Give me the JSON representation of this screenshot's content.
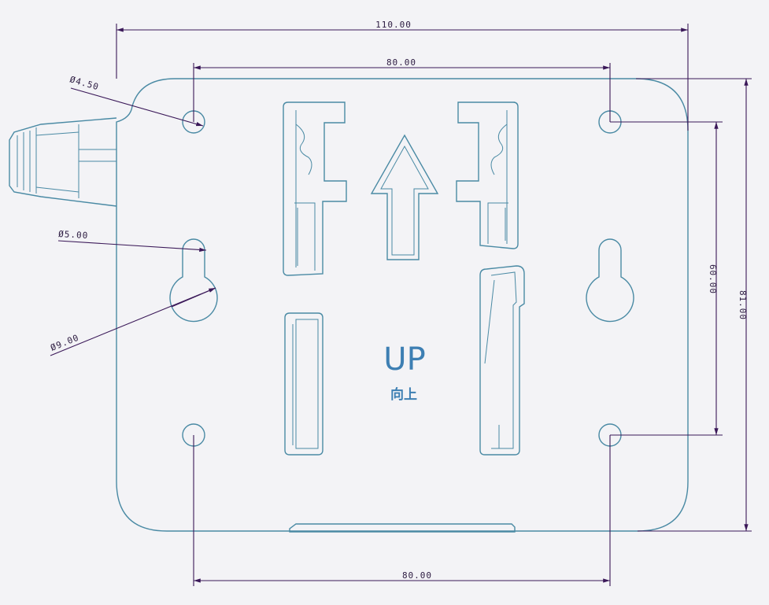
{
  "colors": {
    "background": "#f3f3f6",
    "part_outline": "#4a8aa4",
    "dimension_line": "#3a1858",
    "text_up": "#3d7fb3"
  },
  "labels": {
    "up": "UP",
    "up_cn": "向上"
  },
  "dimensions": {
    "overall_width": "110.00",
    "top_hole_spacing": "80.00",
    "bottom_hole_spacing": "80.00",
    "vertical_hole_spacing": "60.00",
    "overall_height": "81.00",
    "small_hole_dia": "Ø4.50",
    "keyhole_slot_dia": "Ø5.00",
    "keyhole_head_dia": "Ø9.00"
  }
}
